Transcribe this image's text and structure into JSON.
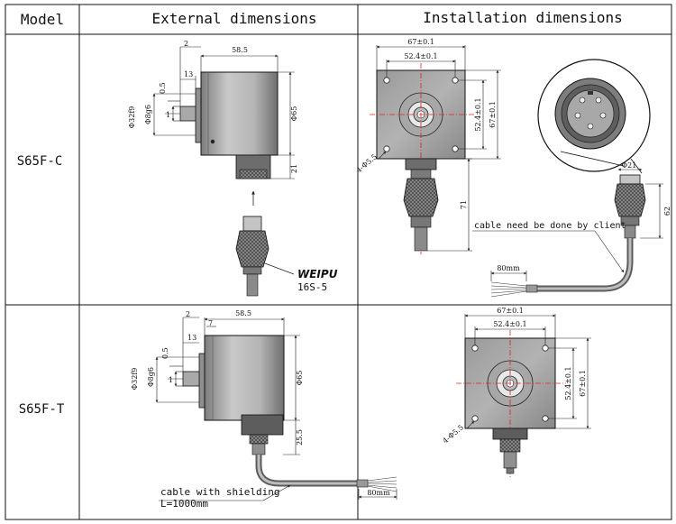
{
  "table": {
    "headers": {
      "model": "Model",
      "external": "External dimensions",
      "installation": "Installation dimensions"
    },
    "rows": [
      {
        "model": "S65F-C"
      },
      {
        "model": "S65F-T"
      }
    ]
  },
  "c_external": {
    "dims": {
      "d2": "2",
      "d58_5": "58.5",
      "d13": "13",
      "d0_5": "0.5",
      "d32f9": "Φ32f9",
      "d8g6": "Φ8g6",
      "d1": "1",
      "d65": "Φ65",
      "d21": "21"
    },
    "connector_brand": "WEIPU",
    "connector_model": "16S-5"
  },
  "c_install": {
    "dims": {
      "w67": "67±0.1",
      "w52": "52.4±0.1",
      "h52": "52.4±0.1",
      "h67": "67±0.1",
      "holes": "4-Φ5.5",
      "d71": "71",
      "d21": "Φ21",
      "d62": "62",
      "d80": "80mm"
    },
    "cable_note": "cable need be done by client"
  },
  "t_external": {
    "dims": {
      "d2": "2",
      "d58_5": "58.5",
      "d7": "7",
      "d13": "13",
      "d0_5": "0.5",
      "d32f9": "Φ32f9",
      "d8g6": "Φ8g6",
      "d1": "1",
      "d65": "Φ65",
      "d25_5": "25.5",
      "d80": "80mm"
    },
    "cable_note_1": "cable with shielding",
    "cable_note_2": "L=1000mm"
  },
  "t_install": {
    "dims": {
      "w67": "67±0.1",
      "w52": "52.4±0.1",
      "h52": "52.4±0.1",
      "h67": "67±0.1",
      "holes": "4-Φ5.5"
    }
  }
}
